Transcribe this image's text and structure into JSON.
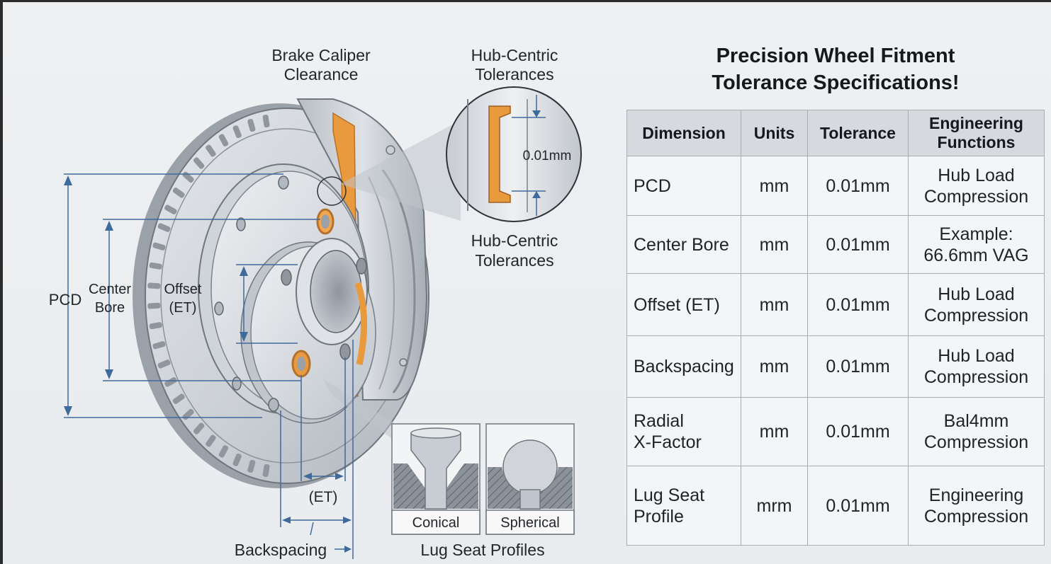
{
  "callouts": {
    "brake_caliper_clearance": [
      "Brake Caliper",
      "Clearance"
    ],
    "hub_centric_top": [
      "Hub-Centric",
      "Tolerances"
    ],
    "hub_centric_bottom": [
      "Hub-Centric",
      "Tolerances"
    ],
    "detail_tolerance": "0.01mm"
  },
  "dimensions": {
    "pcd": "PCD",
    "center_bore": [
      "Center",
      "Bore"
    ],
    "offset": [
      "Offset",
      "(ET)"
    ],
    "et": "(ET)",
    "backspacing": "Backspacing"
  },
  "lug_seat": {
    "caption": "Lug Seat Profiles",
    "conical": "Conical",
    "spherical": "Spherical"
  },
  "spec": {
    "title": [
      "Precision Wheel Fitment",
      "Tolerance Specifications!"
    ],
    "columns": [
      "Dimension",
      "Units",
      "Tolerance",
      [
        "Engineering",
        "Functions"
      ]
    ],
    "rows": [
      {
        "dimension": [
          "PCD"
        ],
        "units": "mm",
        "tolerance": "0.01mm",
        "function": [
          "Hub Load",
          "Compression"
        ]
      },
      {
        "dimension": [
          "Center Bore"
        ],
        "units": "mm",
        "tolerance": "0.01mm",
        "function": [
          "Example:",
          "66.6mm VAG"
        ]
      },
      {
        "dimension": [
          "Offset (ET)"
        ],
        "units": "mm",
        "tolerance": "0.01mm",
        "function": [
          "Hub Load",
          "Compression"
        ]
      },
      {
        "dimension": [
          "Backspacing"
        ],
        "units": "mm",
        "tolerance": "0.01mm",
        "function": [
          "Hub Load",
          "Compression"
        ]
      },
      {
        "dimension": [
          "Radial",
          "X-Factor"
        ],
        "units": "mm",
        "tolerance": "0.01mm",
        "function": [
          "Bal4mm",
          "Compression"
        ]
      },
      {
        "dimension": [
          "Lug Seat",
          "Profile"
        ],
        "units": "mrm",
        "tolerance": "0.01mm",
        "function": [
          "Engineering",
          "Compression"
        ]
      }
    ]
  },
  "colors": {
    "accent_orange": "#e89a3c",
    "dimension_blue": "#3f6a9c",
    "rotor_steel": "#c9ced4"
  }
}
